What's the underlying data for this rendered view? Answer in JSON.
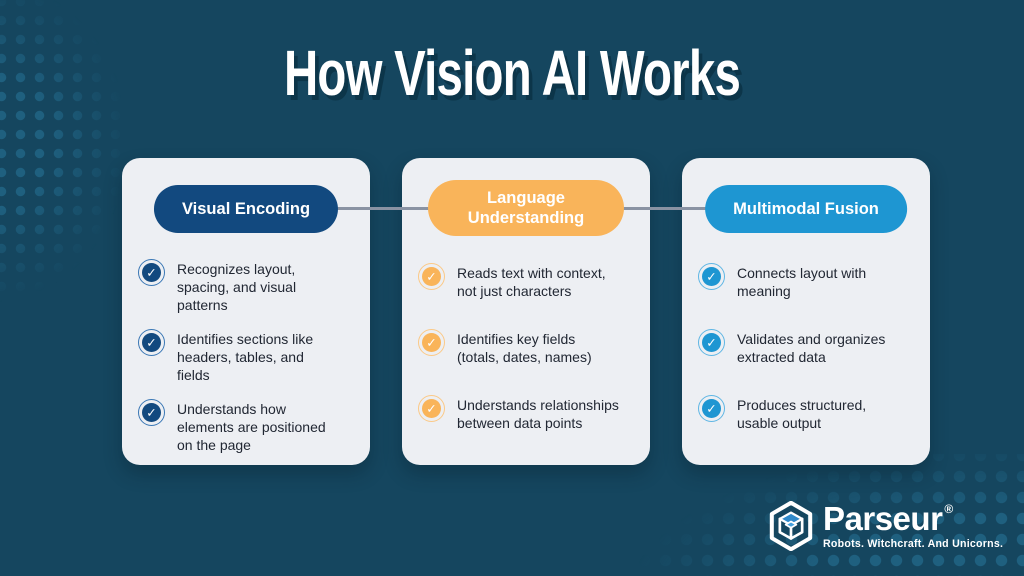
{
  "title": "How Vision AI Works",
  "cards": [
    {
      "heading": "Visual Encoding",
      "bullets": [
        "Recognizes layout,\nspacing, and visual\npatterns",
        "Identifies sections like\nheaders, tables, and\nfields",
        "Understands how\nelements are positioned\non the page"
      ]
    },
    {
      "heading": "Language Understanding",
      "bullets": [
        "Reads text with context,\nnot just characters",
        "Identifies key fields\n(totals, dates, names)",
        "Understands relationships\nbetween data points"
      ]
    },
    {
      "heading": "Multimodal Fusion",
      "bullets": [
        "Connects layout with\nmeaning",
        "Validates and organizes\nextracted data",
        "Produces structured,\nusable output"
      ]
    }
  ],
  "icons": {
    "check": "✓"
  },
  "branding": {
    "name": "Parseur",
    "registered": "®",
    "tagline": "Robots. Witchcraft. And Unicorns.",
    "logo_icon": "hexagon-cube-icon"
  },
  "colors": {
    "background": "#15465f",
    "dot": "#1f607f",
    "card_bg": "#edeff3",
    "card1_accent": "#12497f",
    "card1_ring": "#3a77b5",
    "card2_accent": "#f9b45a",
    "card2_ring": "#fbc987",
    "card3_accent": "#1e96d2",
    "card3_ring": "#5fb6e4",
    "connector": "#8a93a3",
    "title_shadow": "#0c3549",
    "text": "#212733",
    "logo_blue": "#2f89ca",
    "logo_blue_light": "#45a0dc"
  }
}
